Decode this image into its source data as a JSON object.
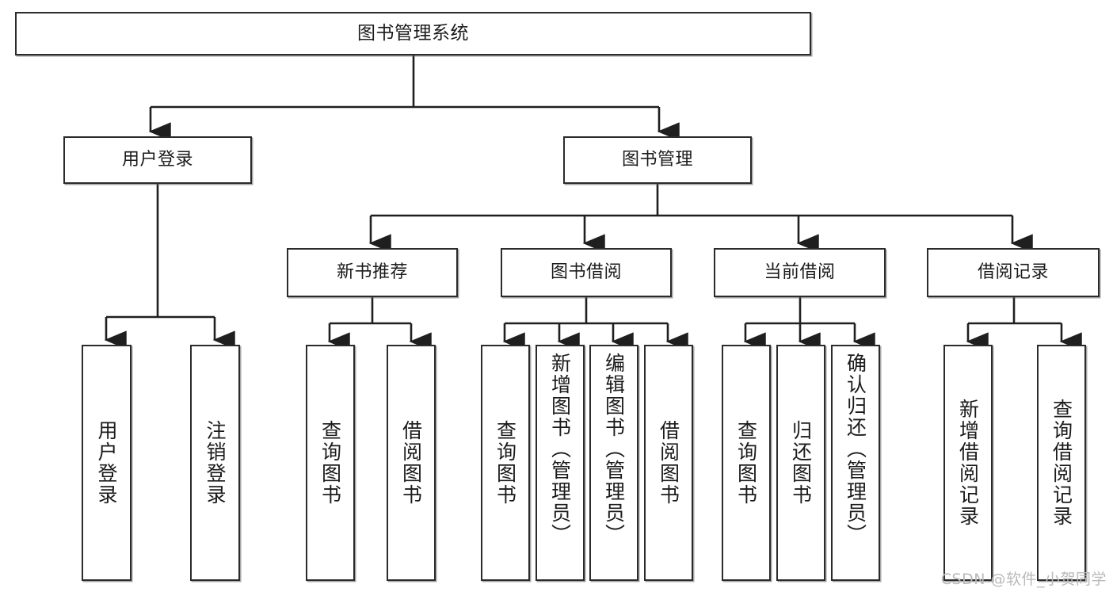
{
  "diagram": {
    "title": "图书管理系统",
    "type": "tree-hierarchy-functional-structure",
    "watermark": "CSDN @软件_小贺同学",
    "colors": {
      "box_border": "#2b2b2b",
      "box_fill": "#ffffff",
      "connector": "#1f1f1f",
      "text": "#1b1b1b",
      "watermark": "#b9b9b9"
    },
    "root": {
      "id": "root",
      "label": "图书管理系统"
    },
    "level2": [
      {
        "id": "user-login",
        "label": "用户登录"
      },
      {
        "id": "book-manage",
        "label": "图书管理"
      }
    ],
    "level3": [
      {
        "id": "new-book-recommend",
        "label": "新书推荐",
        "parent": "book-manage"
      },
      {
        "id": "book-borrow",
        "label": "图书借阅",
        "parent": "book-manage"
      },
      {
        "id": "current-borrow",
        "label": "当前借阅",
        "parent": "book-manage"
      },
      {
        "id": "borrow-record",
        "label": "借阅记录",
        "parent": "book-manage"
      }
    ],
    "leaves": {
      "user-login": [
        {
          "id": "leaf-user-login",
          "label": "用户登录"
        },
        {
          "id": "leaf-user-logout",
          "label": "注销登录"
        }
      ],
      "new-book-recommend": [
        {
          "id": "leaf-query-book-1",
          "label": "查询图书"
        },
        {
          "id": "leaf-borrow-book-1",
          "label": "借阅图书"
        }
      ],
      "book-borrow": [
        {
          "id": "leaf-query-book-2",
          "label": "查询图书"
        },
        {
          "id": "leaf-add-book",
          "label": "新增图书（管理员）"
        },
        {
          "id": "leaf-edit-book",
          "label": "编辑图书（管理员）"
        },
        {
          "id": "leaf-borrow-book-2",
          "label": "借阅图书"
        }
      ],
      "current-borrow": [
        {
          "id": "leaf-query-book-3",
          "label": "查询图书"
        },
        {
          "id": "leaf-return-book",
          "label": "归还图书"
        },
        {
          "id": "leaf-confirm-return",
          "label": "确认归还（管理员）"
        }
      ],
      "borrow-record": [
        {
          "id": "leaf-add-record",
          "label": "新增借阅记录"
        },
        {
          "id": "leaf-query-record",
          "label": "查询借阅记录"
        }
      ]
    }
  }
}
